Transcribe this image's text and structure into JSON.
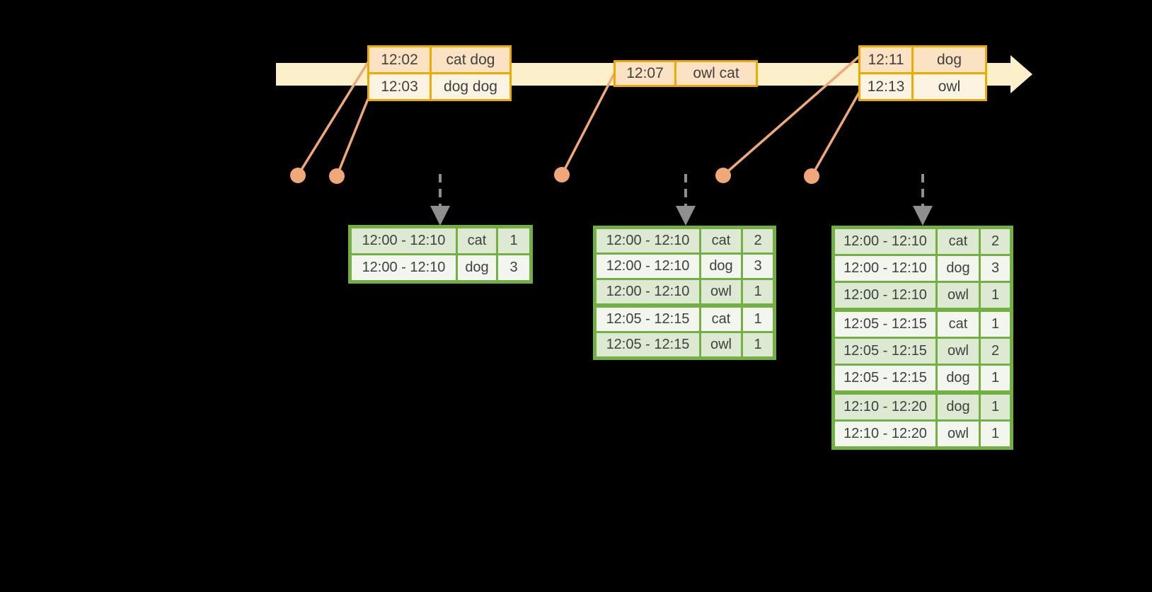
{
  "diagram": {
    "kind": "streaming-windowed-aggregation-timeline",
    "background": "#000000"
  },
  "colors": {
    "timeline_band": "#fbf0ca",
    "event_border": "#edab00",
    "event_row_dark": "#fbe2c2",
    "event_row_light": "#fdf3e3",
    "dot_and_line": "#f0a878",
    "trigger_arrow": "#8f8f8f",
    "table_border": "#73b043",
    "table_row_dark": "#dde9d3",
    "table_row_light": "#f3f6ee",
    "text": "#404040"
  },
  "events": [
    {
      "rows": [
        {
          "time": "12:02",
          "words": "cat dog"
        },
        {
          "time": "12:03",
          "words": "dog dog"
        }
      ]
    },
    {
      "rows": [
        {
          "time": "12:07",
          "words": "owl cat"
        }
      ]
    },
    {
      "rows": [
        {
          "time": "12:11",
          "words": "dog"
        },
        {
          "time": "12:13",
          "words": "owl"
        }
      ]
    }
  ],
  "tables": [
    {
      "rows": [
        [
          "12:00 - 12:10",
          "cat",
          "1"
        ],
        [
          "12:00 - 12:10",
          "dog",
          "3"
        ]
      ]
    },
    {
      "rows": [
        [
          "12:00 - 12:10",
          "cat",
          "2"
        ],
        [
          "12:00 - 12:10",
          "dog",
          "3"
        ],
        [
          "12:00 - 12:10",
          "owl",
          "1"
        ],
        [
          "12:05 - 12:15",
          "cat",
          "1"
        ],
        [
          "12:05 - 12:15",
          "owl",
          "1"
        ]
      ]
    },
    {
      "rows": [
        [
          "12:00 - 12:10",
          "cat",
          "2"
        ],
        [
          "12:00 - 12:10",
          "dog",
          "3"
        ],
        [
          "12:00 - 12:10",
          "owl",
          "1"
        ],
        [
          "12:05 - 12:15",
          "cat",
          "1"
        ],
        [
          "12:05 - 12:15",
          "owl",
          "2"
        ],
        [
          "12:05 - 12:15",
          "dog",
          "1"
        ],
        [
          "12:10 - 12:20",
          "dog",
          "1"
        ],
        [
          "12:10 - 12:20",
          "owl",
          "1"
        ]
      ]
    }
  ]
}
